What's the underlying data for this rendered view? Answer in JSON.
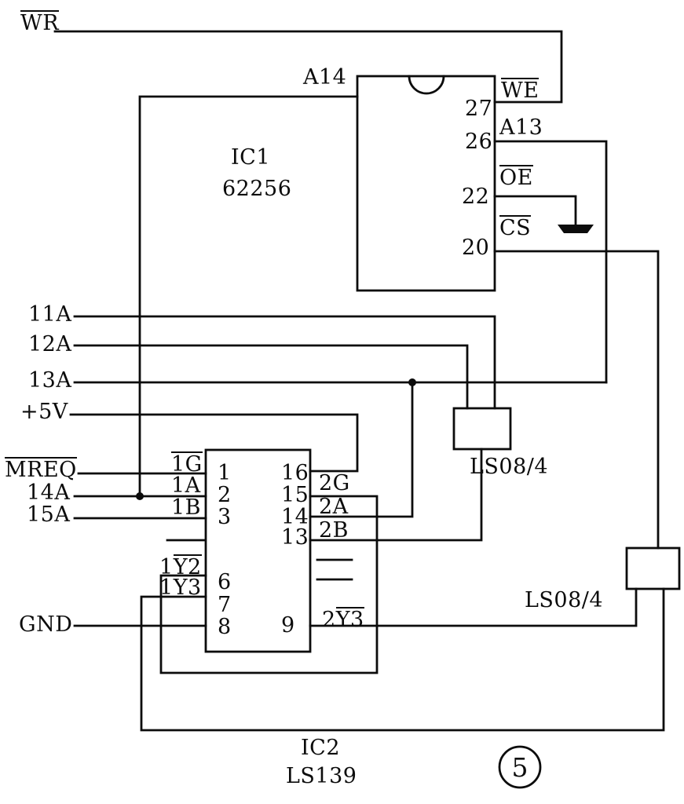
{
  "figure": {
    "number": "5"
  },
  "ic1": {
    "name": "IC1",
    "part": "62256",
    "a14_label": "A14",
    "pins": {
      "27": "27",
      "26": "26",
      "22": "22",
      "20": "20"
    },
    "signals": {
      "we": "WE",
      "a13": "A13",
      "oe": "OE",
      "cs": "CS"
    }
  },
  "ic2": {
    "name": "IC2",
    "part": "LS139",
    "pins": {
      "1": "1",
      "2": "2",
      "3": "3",
      "6": "6",
      "7": "7",
      "8": "8",
      "9": "9",
      "13": "13",
      "14": "14",
      "15": "15",
      "16": "16"
    },
    "signals": {
      "g1": "1G",
      "a1": "1A",
      "b1": "1B",
      "g2": "2G",
      "a2": "2A",
      "b2": "2B",
      "y2_1_pre": "1",
      "y2_1_ov": "Y2",
      "y3_1_pre": "1",
      "y3_1_ov": "Y3",
      "y3_2_pre": "2",
      "y3_2_ov": "Y3"
    }
  },
  "left_signals": {
    "wr": "WR",
    "mreq": "MREQ",
    "a11": "11A",
    "a12": "12A",
    "a13": "13A",
    "a14": "14A",
    "a15": "15A",
    "vcc": "+5V",
    "gnd": "GND"
  },
  "gates": {
    "top": "LS08/4",
    "bottom": "LS08/4"
  }
}
